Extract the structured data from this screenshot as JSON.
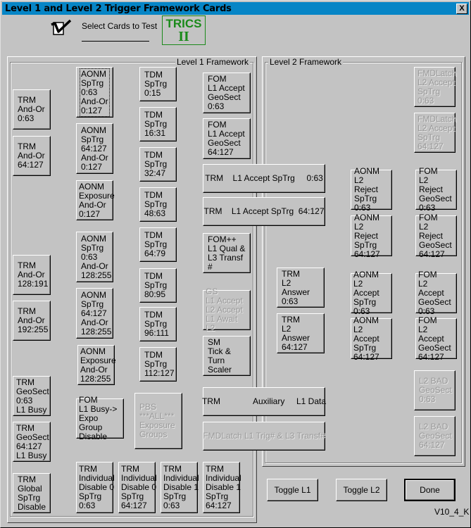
{
  "window": {
    "title": "Level 1 and Level 2 Trigger Framework Cards",
    "close_label": "X"
  },
  "header": {
    "instruction": "Select Cards to Test",
    "logo_line1": "TRICS",
    "logo_line2": "II"
  },
  "l1": {
    "group_label": "Level 1 Framework",
    "buttons": [
      {
        "label": "TRM\nAnd-Or\n0:63"
      },
      {
        "label": "TRM\nAnd-Or\n64:127"
      },
      {
        "label": "AONM\nSpTrg\n0:63\nAnd-Or\n0:127"
      },
      {
        "label": "AONM\nSpTrg\n64:127\nAnd-Or\n0:127"
      },
      {
        "label": "AONM\nExposure\nAnd-Or\n0:127"
      },
      {
        "label": "AONM\nSpTrg\n0:63\nAnd-Or\n128:255"
      },
      {
        "label": "AONM\nSpTrg\n64:127\nAnd-Or\n128:255"
      },
      {
        "label": "AONM\nExposure\nAnd-Or\n128:255"
      },
      {
        "label": "TDM\nSpTrg\n0:15"
      },
      {
        "label": "TDM\nSpTrg\n16:31"
      },
      {
        "label": "TDM\nSpTrg\n32:47"
      },
      {
        "label": "TDM\nSpTrg\n48:63"
      },
      {
        "label": "TDM\nSpTrg\n64:79"
      },
      {
        "label": "TDM\nSpTrg\n80:95"
      },
      {
        "label": "TDM\nSpTrg\n96:111"
      },
      {
        "label": "TDM\nSpTrg\n112:127"
      },
      {
        "label": "FOM\nL1 Accept\nGeoSect\n0:63"
      },
      {
        "label": "FOM\nL1 Accept\nGeoSect\n64:127"
      },
      {
        "label": "TRM    L1 Accept SpTrg     0:63"
      },
      {
        "label": "TRM    L1 Accept SpTrg  64:127"
      },
      {
        "label": "FOM++\nL1 Qual &\nL3 Transf #"
      },
      {
        "label": "GS\nL1 Accept\nL2 Accept\nL1 Await L2",
        "disabled": true
      },
      {
        "label": "SM\nTick & Turn\nScaler"
      },
      {
        "label": "TRM\nAnd-Or\n128:191"
      },
      {
        "label": "TRM\nAnd-Or\n192:255"
      },
      {
        "label": "TRM\nGeoSect\n0:63\nL1 Busy"
      },
      {
        "label": "TRM\nGeoSect\n64:127\nL1 Busy"
      },
      {
        "label": "TRM\nGlobal\nSpTrg\nDisable"
      },
      {
        "label": "FOM\nL1 Busy->\nExpo Group\nDisable"
      },
      {
        "label": "PBS\n***ALL***\nExposure\nGroups",
        "disabled": true
      },
      {
        "label": "TRM              Auxiliary     L1 Data"
      },
      {
        "label": "FMDLatch L1 Trig# & L3 Transf#",
        "disabled": true
      },
      {
        "label": "TRM\nIndividual\nDisable 0\nSpTrg\n0:63"
      },
      {
        "label": "TRM\nIndividual\nDisable 0\nSpTrg\n64:127"
      },
      {
        "label": "TRM\nIndividual\nDisable 1\nSpTrg\n0:63"
      },
      {
        "label": "TRM\nIndividual\nDisable 1\nSpTrg\n64:127"
      }
    ]
  },
  "l2": {
    "group_label": "Level 2 Framework",
    "buttons": [
      {
        "label": "FMDLatch\nL2 Accept\nSpTrg\n0:63",
        "disabled": true
      },
      {
        "label": "FMDLatch\nL2 Accept\nSpTrg\n64:127",
        "disabled": true
      },
      {
        "label": "AONM\nL2 Reject\nSpTrg\n0:63"
      },
      {
        "label": "AONM\nL2 Reject\nSpTrg\n64:127"
      },
      {
        "label": "FOM\nL2 Reject\nGeoSect\n0:63"
      },
      {
        "label": "FOM\nL2 Reject\nGeoSect\n64:127"
      },
      {
        "label": "TRM\nL2 Answer\n0:63"
      },
      {
        "label": "TRM\nL2 Answer\n64:127"
      },
      {
        "label": "AONM\nL2 Accept\nSpTrg\n0:63"
      },
      {
        "label": "AONM\nL2 Accept\nSpTrg\n64:127"
      },
      {
        "label": "FOM\nL2 Accept\nGeoSect\n0:63"
      },
      {
        "label": "FOM\nL2 Accept\nGeoSect\n64:127"
      },
      {
        "label": "L2 BAD\nGeoSect\n0:63",
        "disabled": true
      },
      {
        "label": "L2 BAD\nGeoSect\n64:127",
        "disabled": true
      }
    ]
  },
  "footer": {
    "toggle_l1": "Toggle L1",
    "toggle_l2": "Toggle L2",
    "done": "Done",
    "version": "V10_4_K"
  }
}
